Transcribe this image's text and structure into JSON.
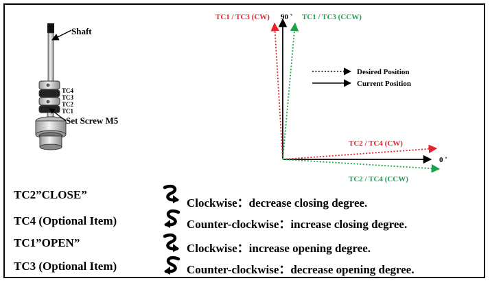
{
  "colors": {
    "red": "#e8202a",
    "green": "#1ba34a",
    "black": "#000000"
  },
  "shaft": {
    "shaft_label": "Shaft",
    "tc_labels": [
      "TC4",
      "TC3",
      "TC2",
      "TC1"
    ],
    "set_screw_label": "Set Screw M5"
  },
  "diagram": {
    "tc1_tc3_cw": "TC1 / TC3 (CW)",
    "deg_90": "90 ˚",
    "tc1_tc3_ccw": "TC1 / TC3 (CCW)",
    "desired_position": "Desired Position",
    "current_position": "Current Position",
    "tc2_tc4_cw": "TC2 / TC4 (CW)",
    "deg_0": "0 ˚",
    "tc2_tc4_ccw": "TC2 / TC4 (CCW)"
  },
  "instructions": [
    {
      "label": "TC2”CLOSE”",
      "icon": "clockwise-turn-icon",
      "text": "Clockwise：decrease closing degree."
    },
    {
      "label": "TC4 (Optional Item)",
      "icon": "counterclockwise-turn-icon",
      "text": "Counter-clockwise：increase closing degree."
    },
    {
      "label": "TC1”OPEN”",
      "icon": "clockwise-turn-icon",
      "text": "Clockwise：increase opening degree."
    },
    {
      "label": "TC3 (Optional Item)",
      "icon": "counterclockwise-turn-icon",
      "text": "Counter-clockwise：decrease opening degree."
    }
  ]
}
